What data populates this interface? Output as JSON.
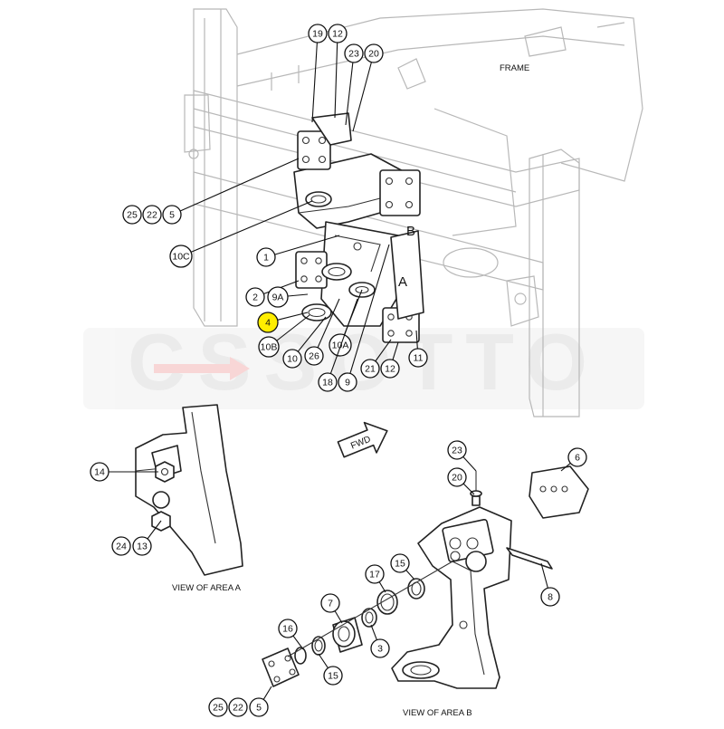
{
  "diagram": {
    "labels": {
      "frame": "FRAME",
      "fwd": "FWD",
      "area_a": "A",
      "area_b": "B",
      "view_area_a": "VIEW OF AREA A",
      "view_area_b": "VIEW OF AREA B"
    },
    "watermark": "CSSOTTO",
    "highlighted_callout": "4",
    "highlight_color": "#ffee00",
    "callouts": {
      "c19": "19",
      "c12_top": "12",
      "c23_top": "23",
      "c20_top": "20",
      "c25_a": "25",
      "c22_a": "22",
      "c5_a": "5",
      "c10c": "10C",
      "c1": "1",
      "c2": "2",
      "c9a": "9A",
      "c4": "4",
      "c10b": "10B",
      "c10": "10",
      "c26": "26",
      "c10a": "10A",
      "c18": "18",
      "c9": "9",
      "c21": "21",
      "c12_bottom": "12",
      "c11": "11",
      "c14": "14",
      "c24": "24",
      "c13": "13",
      "c23_b": "23",
      "c20_b": "20",
      "c6": "6",
      "c17": "17",
      "c15_a": "15",
      "c8": "8",
      "c7": "7",
      "c16": "16",
      "c3": "3",
      "c15_b": "15",
      "c25_b": "25",
      "c22_b": "22",
      "c5_b": "5"
    }
  }
}
